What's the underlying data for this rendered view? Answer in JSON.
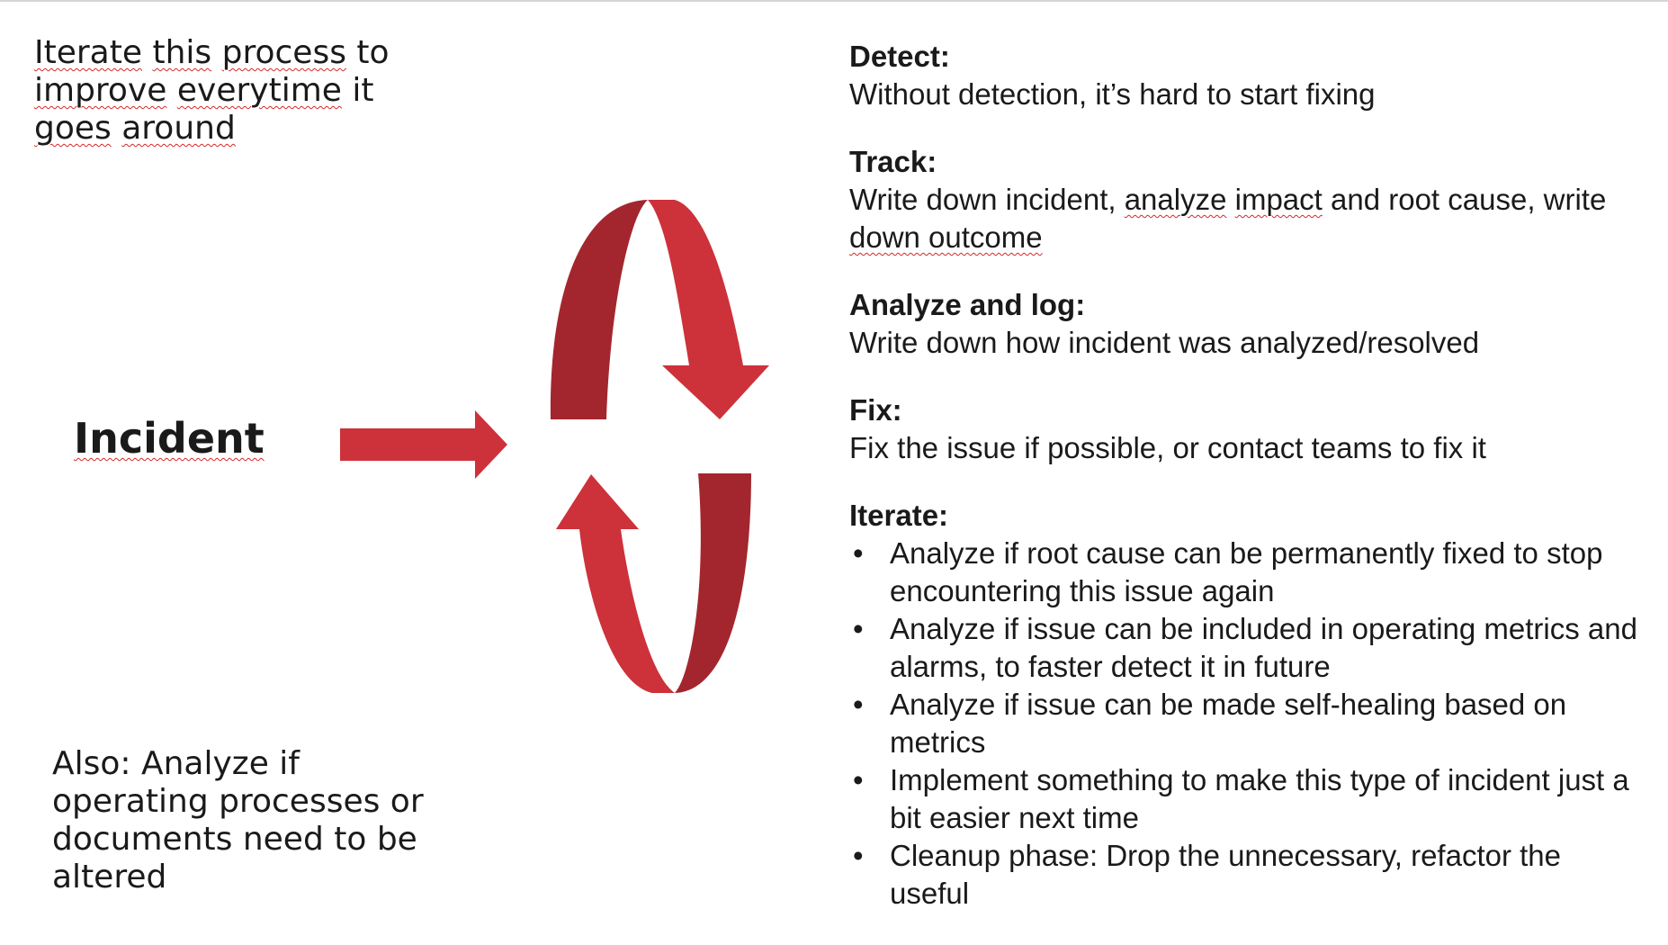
{
  "note_top": {
    "word1": "Iterate",
    "word2": "this",
    "word3": "process",
    "word4": "to",
    "word5": "improve",
    "word6": "everytime",
    "word7": "it",
    "word8": "goes",
    "word9": "around"
  },
  "incident_label": "Incident",
  "note_bottom": "Also: Analyze if operating processes or documents need to be altered",
  "colors": {
    "arrow_light": "#cd313a",
    "arrow_dark": "#a3262e"
  },
  "steps": {
    "detect": {
      "title": "Detect:",
      "text": "Without detection, it’s hard to start fixing"
    },
    "track": {
      "title": "Track:",
      "text_a": "Write down incident, ",
      "text_analyze": "analyze",
      "text_b": " ",
      "text_impact": "impact",
      "text_c": " and root cause, write ",
      "text_outcome": "down outcome"
    },
    "analyze": {
      "title": "Analyze and log:",
      "text": "Write down how incident was analyzed/resolved"
    },
    "fix": {
      "title": "Fix:",
      "text": "Fix the issue if possible, or contact teams to fix it"
    },
    "iterate": {
      "title": "Iterate:",
      "items": [
        "Analyze if root cause can be permanently fixed to stop encountering this issue again",
        "Analyze if issue can be included in operating metrics and alarms, to faster detect it in future",
        "Analyze if issue can be made self-healing based on metrics",
        "Implement something to make this type of incident just a bit easier next time",
        "Cleanup phase: Drop the unnecessary, refactor the useful"
      ]
    }
  }
}
